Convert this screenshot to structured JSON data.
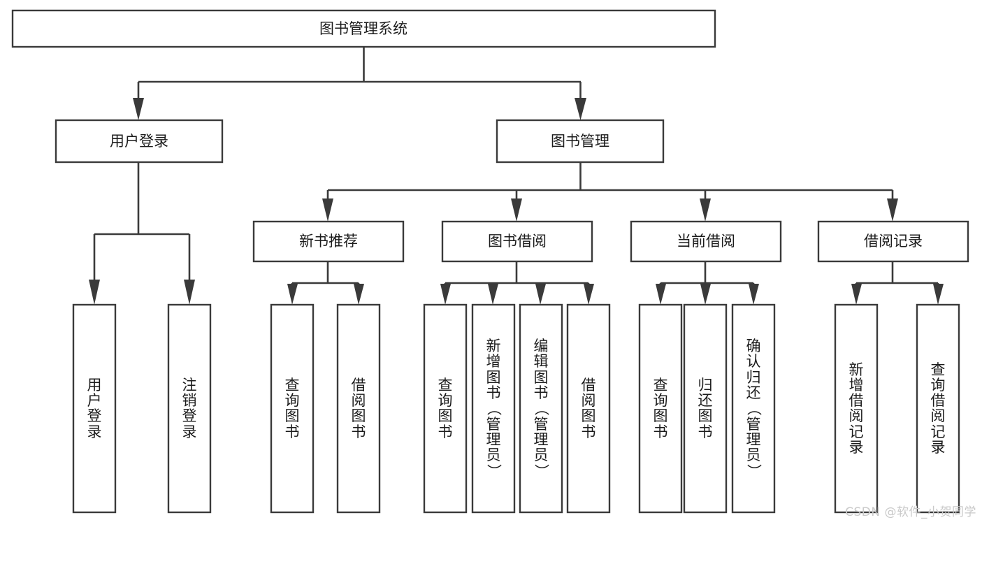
{
  "diagram": {
    "title": "图书管理系统",
    "type": "tree-hierarchy-chart",
    "root": {
      "label": "图书管理系统"
    },
    "level1": [
      {
        "label": "用户登录"
      },
      {
        "label": "图书管理"
      }
    ],
    "level2": [
      {
        "label": "新书推荐",
        "parent": "图书管理"
      },
      {
        "label": "图书借阅",
        "parent": "图书管理"
      },
      {
        "label": "当前借阅",
        "parent": "图书管理"
      },
      {
        "label": "借阅记录",
        "parent": "图书管理"
      }
    ],
    "leaves": {
      "user_login": [
        {
          "label": "用户登录"
        },
        {
          "label": "注销登录"
        }
      ],
      "new_book_recommend": [
        {
          "label": "查询图书"
        },
        {
          "label": "借阅图书"
        }
      ],
      "book_borrow": [
        {
          "label": "查询图书"
        },
        {
          "label": "新增图书（管理员）"
        },
        {
          "label": "编辑图书（管理员）"
        },
        {
          "label": "借阅图书"
        }
      ],
      "current_borrow": [
        {
          "label": "查询图书"
        },
        {
          "label": "归还图书"
        },
        {
          "label": "确认归还（管理员）"
        }
      ],
      "borrow_record": [
        {
          "label": "新增借阅记录"
        },
        {
          "label": "查询借阅记录"
        }
      ]
    }
  },
  "watermark": {
    "text": "CSDN @软件_小贺同学"
  },
  "colors": {
    "stroke": "#3a3a3a",
    "fill": "#ffffff",
    "text": "#1b1b1b",
    "watermark": "#c9c9c9"
  }
}
